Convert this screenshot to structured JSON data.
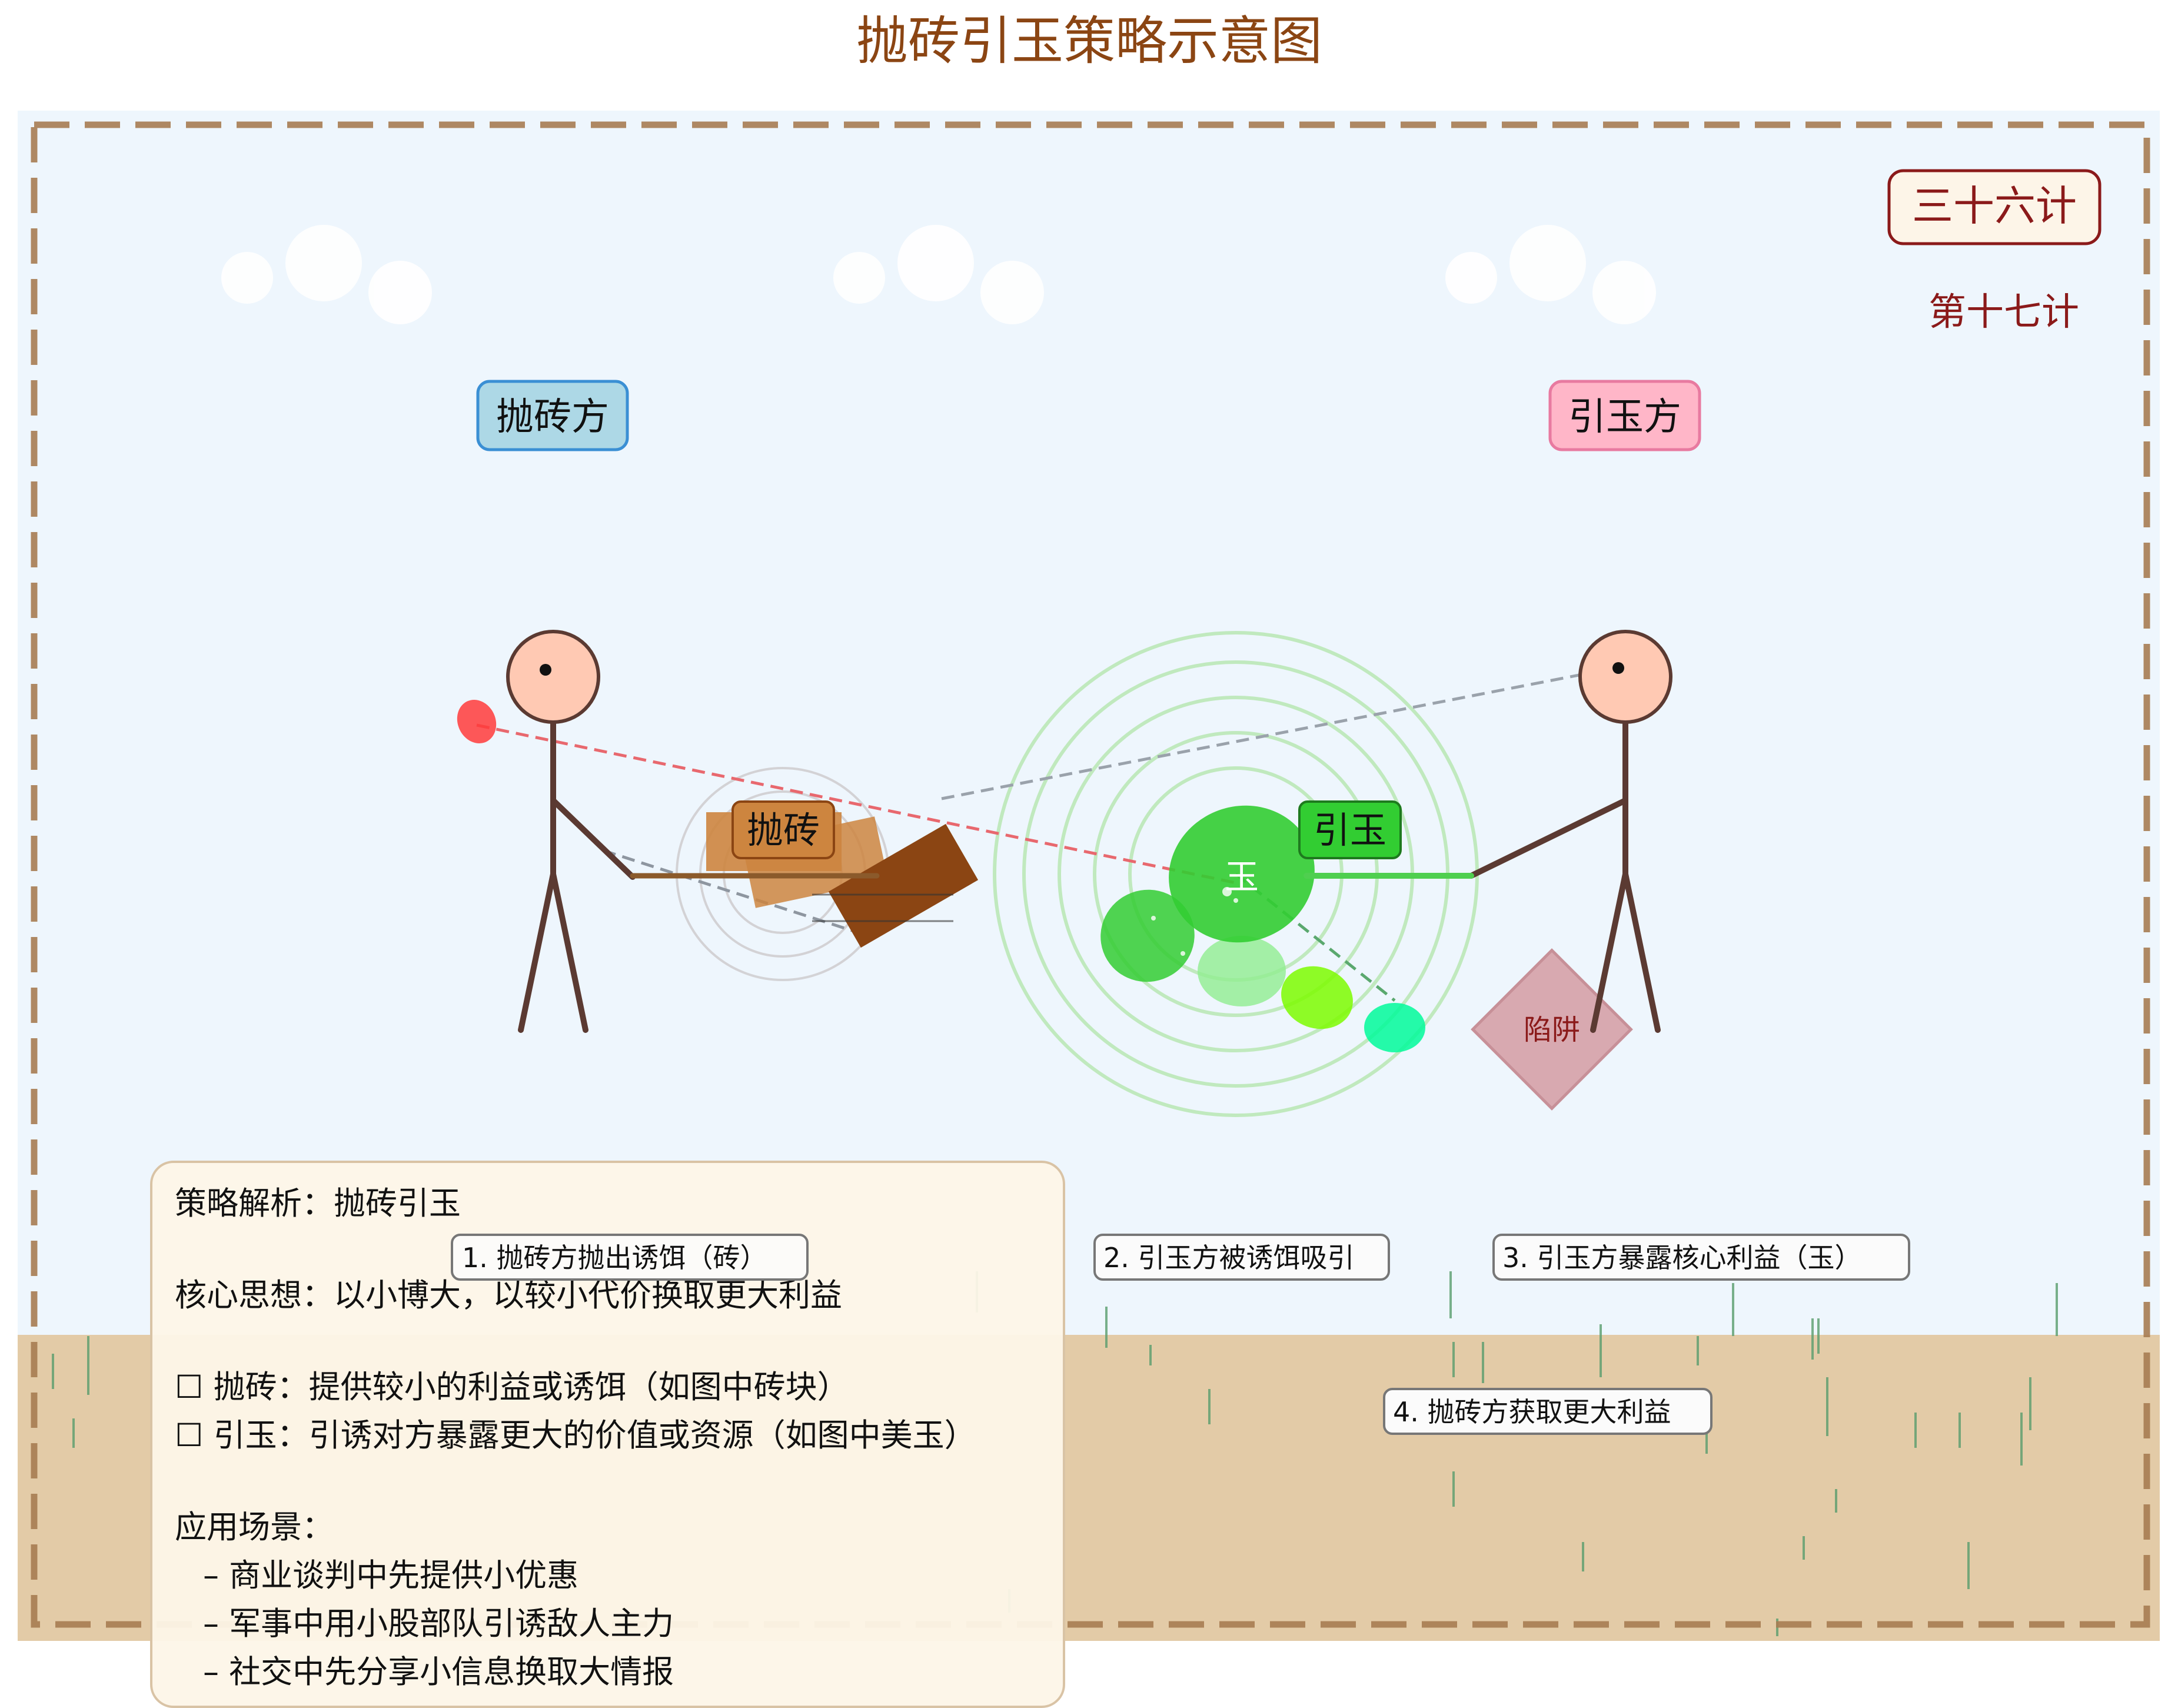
{
  "title": "抛砖引玉策略示意图",
  "badge": {
    "label": "三十六计",
    "sub": "第十七计"
  },
  "parties": {
    "left": "抛砖方",
    "right": "引玉方"
  },
  "objects": {
    "brick": "抛砖",
    "jade": "引玉",
    "jade_char": "玉",
    "trap": "陷阱"
  },
  "steps": [
    "1.  抛砖方抛出诱饵（砖）",
    "2.  引玉方被诱饵吸引",
    "3.  引玉方暴露核心利益（玉）",
    "4.  抛砖方获取更大利益"
  ],
  "analysis": {
    "heading": "策略解析：抛砖引玉",
    "core": "核心思想：以小博大，以较小代价换取更大利益",
    "points": [
      "抛砖：提供较小的利益或诱饵（如图中砖块）",
      "引玉：引诱对方暴露更大的价值或资源（如图中美玉）"
    ],
    "scenario_heading": "应用场景：",
    "scenarios": [
      "商业谈判中先提供小优惠",
      "军事中用小股部队引诱敌人主力",
      "社交中先分享小信息换取大情报"
    ]
  },
  "colors": {
    "title": "#8B4513",
    "sky": "#eef6fd",
    "ground": "#e3cba7",
    "border": "#a67c52",
    "jade": "#32cd32",
    "brick": "#cd853f",
    "trap": "#d8a9b0"
  }
}
